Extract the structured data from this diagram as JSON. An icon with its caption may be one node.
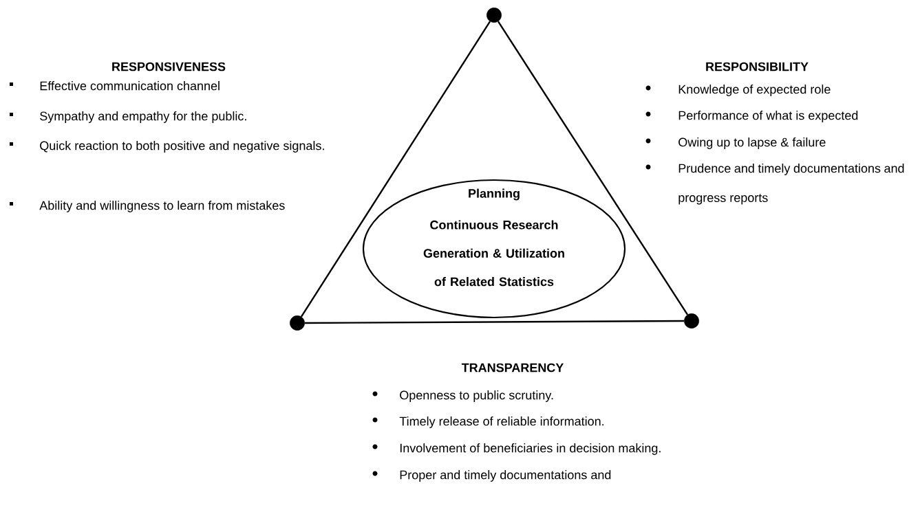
{
  "diagram": {
    "nodes": [
      {
        "text": [],
        "shape": "circle"
      },
      {
        "text": [
          "Planning",
          "Continuous Research",
          "Generation & Utilization of Related Statistics"
        ]
      },
      {
        "text": [],
        "shape": "circle"
      },
      {
        "text": [],
        "shape": "circle"
      }
    ],
    "edges": [
      {
        "from": 0,
        "to": 2,
        "arrow": "none"
      },
      {
        "from": 0,
        "to": 3,
        "arrow": "none"
      },
      {
        "from": 2,
        "to": 3,
        "arrow": "none"
      }
    ],
    "labels": [
      "RESPONSIVENESS",
      "Effective communication channel",
      "Sympathy and empathy for the public.",
      "Quick reaction to both positive and negative signals.",
      "Ability and willingness to learn from mistakes",
      "RESPONSIBILITY",
      "Knowledge of expected role",
      "Performance of what is expected",
      "Owing up to lapse & failure",
      "Prudence and timely documentations and progress reports",
      "TRANSPARENCY",
      "Openness to public scrutiny.",
      "Timely release of reliable information.",
      "Involvement of beneficiaries in decision making.",
      "Proper and timely documentations and"
    ]
  }
}
